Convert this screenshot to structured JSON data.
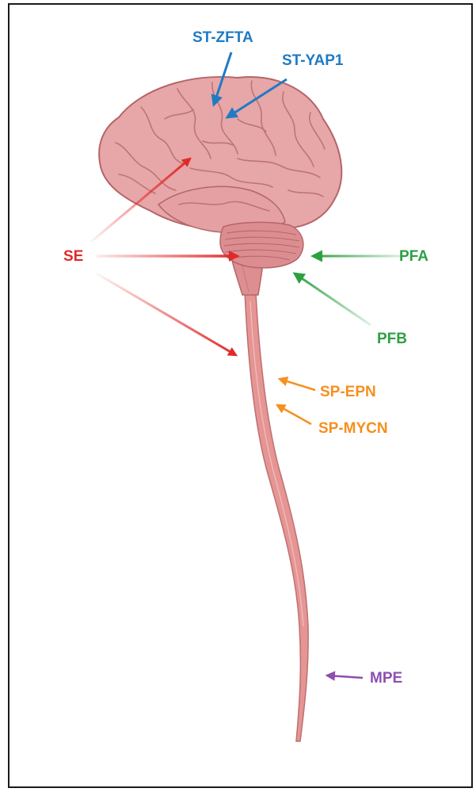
{
  "colors": {
    "ependymoma_supratentorial": "#1f7bc4",
    "ependymoma_posterior_fossa": "#2ea043",
    "spinal": "#f5901e",
    "myxopapillary": "#8e4fb0",
    "subependymoma": "#e02a2a",
    "brain_tissue": "#e7a6a7",
    "brain_outline": "#b46668",
    "spinal_cord": "#e49594",
    "frame_border": "#1a1a1a"
  },
  "labels": {
    "st_zfta": "ST-ZFTA",
    "st_yap1": "ST-YAP1",
    "se": "SE",
    "pfa": "PFA",
    "pfb": "PFB",
    "sp_epn": "SP-EPN",
    "sp_mycn": "SP-MYCN",
    "mpe": "MPE"
  },
  "icons": {
    "brain": "brain-illustration",
    "cerebellum": "cerebellum-illustration",
    "brainstem": "brainstem-illustration",
    "spinal_cord": "spinal-cord-illustration"
  }
}
